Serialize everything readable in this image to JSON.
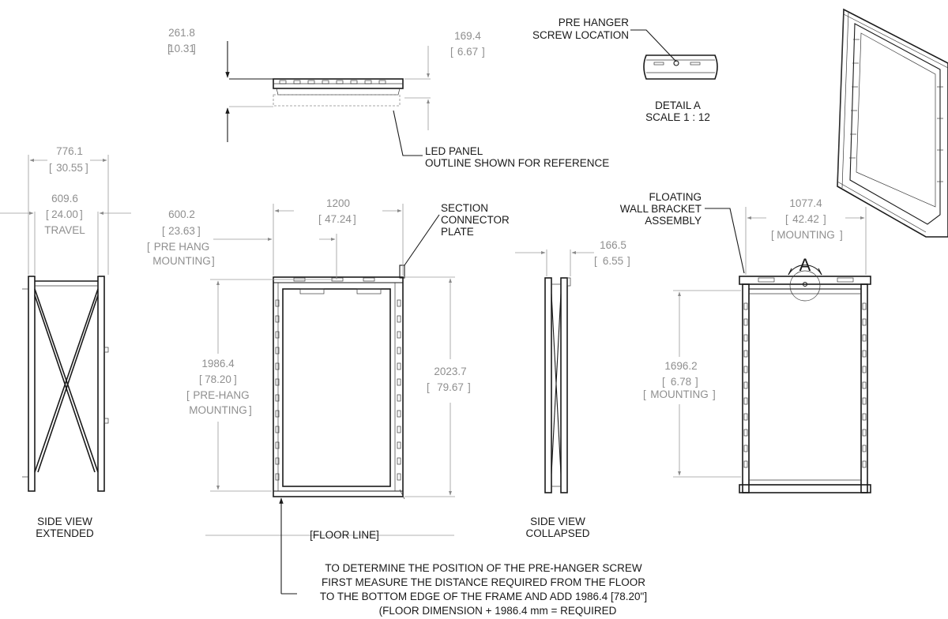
{
  "top_view": {
    "dim_a": "261.8",
    "dim_a_in": "10.31",
    "dim_b": "169.4",
    "dim_b_in": "6.67"
  },
  "detail": {
    "callout_line1": "PRE HANGER",
    "callout_line2": "SCREW LOCATION",
    "title": "DETAIL A",
    "scale": "SCALE 1 : 12"
  },
  "led_note": {
    "line1": "LED PANEL",
    "line2": "OUTLINE SHOWN FOR REFERENCE"
  },
  "side_extended": {
    "overall": "776.1",
    "overall_in": "30.55",
    "travel": "609.6",
    "travel_in": "24.00",
    "travel_label": "TRAVEL",
    "label1": "SIDE VIEW",
    "label2": "EXTENDED"
  },
  "front": {
    "width": "1200",
    "width_in": "47.24",
    "prehang_x": "600.2",
    "prehang_x_in": "23.63",
    "prehang_x_l1": "PRE HANG",
    "prehang_x_l2": "MOUNTING",
    "prehang_h": "1986.4",
    "prehang_h_in": "78.20",
    "prehang_h_l1": "PRE-HANG",
    "prehang_h_l2": "MOUNTING",
    "height": "2023.7",
    "height_in": "79.67",
    "section_l1": "SECTION",
    "section_l2": "CONNECTOR",
    "section_l3": "PLATE",
    "floor": "[FLOOR LINE]"
  },
  "side_collapsed": {
    "depth": "166.5",
    "depth_in": "6.55",
    "label1": "SIDE VIEW",
    "label2": "COLLAPSED"
  },
  "wall": {
    "bracket_l1": "FLOATING",
    "bracket_l2": "WALL BRACKET",
    "bracket_l3": "ASSEMBLY",
    "width": "1077.4",
    "width_in": "42.42",
    "width_label": "MOUNTING",
    "height": "1696.2",
    "height_in": "6.78",
    "height_label": "MOUNTING",
    "detail_marker": "A"
  },
  "instructions": {
    "line1": "TO DETERMINE THE POSITION OF THE PRE-HANGER SCREW",
    "line2": "FIRST MEASURE THE DISTANCE REQUIRED FROM THE FLOOR",
    "line3": "TO THE BOTTOM EDGE OF THE FRAME AND ADD 1986.4 [78.20\"]",
    "line4": "(FLOOR DIMENSION + 1986.4 mm  = REQUIRED"
  }
}
